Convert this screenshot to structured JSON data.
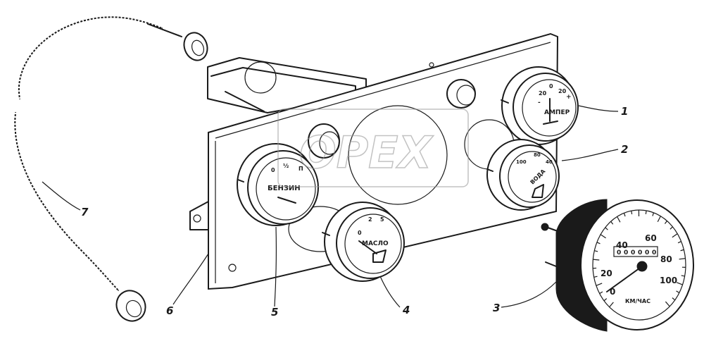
{
  "watermark": {
    "text": "OPEX"
  },
  "callouts": [
    "1",
    "2",
    "3",
    "4",
    "5",
    "6",
    "7"
  ],
  "gauges": {
    "ammeter": {
      "label": "АМПЕР",
      "scale": [
        "20",
        "0",
        "20"
      ],
      "plus": "+",
      "minus": "-"
    },
    "water_temp": {
      "label": "ВОДА",
      "scale": [
        "100",
        "80",
        "40"
      ]
    },
    "speedometer": {
      "unit": "КМ/ЧАС",
      "scale": [
        "0",
        "20",
        "40",
        "60",
        "80",
        "100"
      ],
      "odometer": [
        "0",
        "0",
        "0",
        "0",
        "0",
        "0"
      ]
    },
    "oil_pressure": {
      "label": "МАСЛО",
      "scale": [
        "0",
        "2",
        "5"
      ]
    },
    "fuel": {
      "label": "БЕНЗИН",
      "scale": [
        "0",
        "½",
        "П"
      ]
    }
  },
  "colors": {
    "ink": "#1a1a1a",
    "paper": "#ffffff",
    "watermark": "#9a9a9a"
  }
}
